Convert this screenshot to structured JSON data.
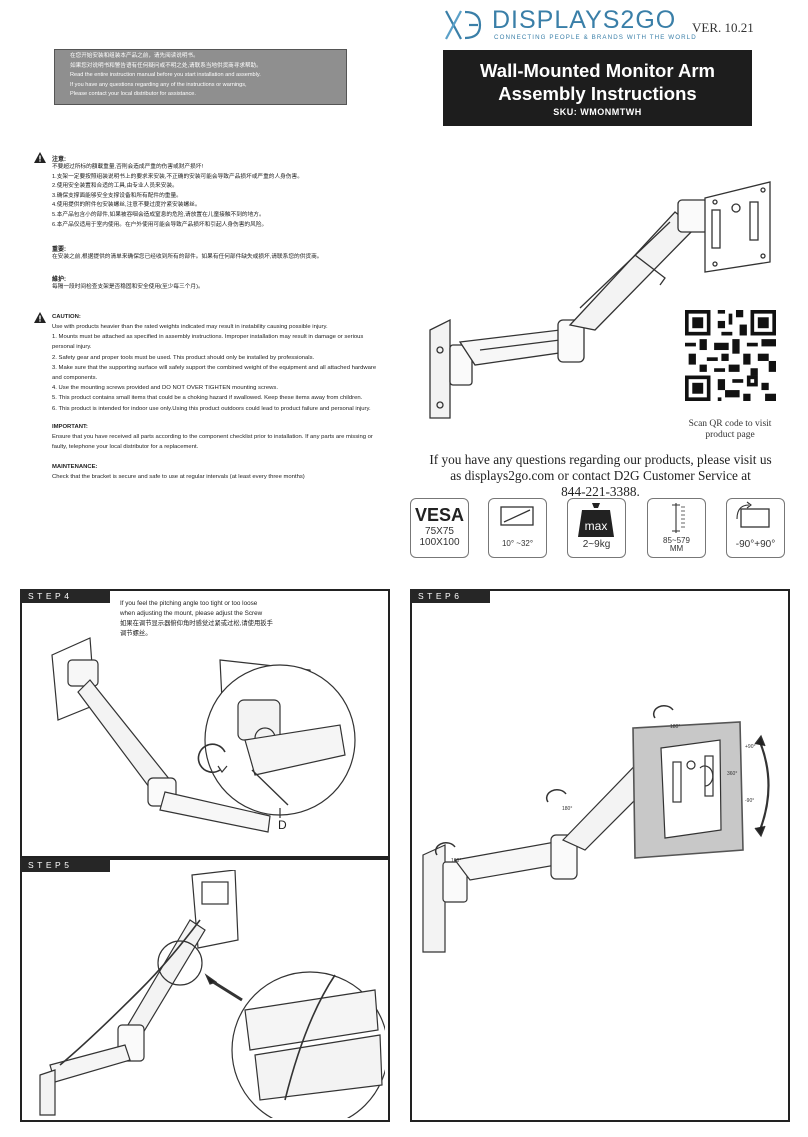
{
  "header": {
    "brand": "DISPLAYS2GO",
    "tagline": "CONNECTING PEOPLE & BRANDS WITH THE WORLD",
    "version": "VER. 10.21",
    "title_line1": "Wall-Mounted Monitor Arm",
    "title_line2": "Assembly Instructions",
    "sku": "SKU: WMONMTWH"
  },
  "notice": {
    "lines": [
      "在您开始安装和组装本产品之前，请先阅读说明书。",
      "如果您对说明书和警告语有任何疑问或不明之处,请联系当地供货商寻求帮助。",
      "Read the entire instruction manual before you start installation and assembly.",
      "If you have any questions regarding any of the instructions or warnings,",
      "Please contact your local distributor for assistance."
    ]
  },
  "zh": {
    "caution_title": "注意:",
    "caution_lines": [
      "不要超过所标的額載重量,否則会造成严重的伤害或财产损坏!",
      "1.支架一定要按照组装说明书上的要求来安装,不正确的安装可能会导致产品损坏或严重的人身伤害。",
      "2.使用安全装置和合适的工具,由专业人员来安装。",
      "3.确保支撑面能够安全支撑设备和所有配件的重量。",
      "4.使用提供的附件包安装螺丝,注意不要过度拧紧安装螺丝。",
      "5.本产品包含小的部件,如果被吞咽会造成窒息的危险,请放置在儿童接触不到的地方。",
      "6.本产品仅适用于室内使用。在户外使用可能会导致产品损坏和引起人身伤害的风险。"
    ],
    "important_title": "重要:",
    "important_text": "在安装之前,根据提供的清单来确保您已经收到所有的部件。如果有任何部件缺失或损坏,请联系您的供货商。",
    "maintenance_title": "維护:",
    "maintenance_text": "每隔一段时间检查支架是否稳固和安全使用(至少每三个月)。"
  },
  "en": {
    "caution_title": "CAUTION:",
    "caution_lines": [
      "Use with products heavier than the rated weights indicated may result in instability causing possible injury.",
      "1. Mounts must be attached as specified in assembly instructions. Improper installation may result in damage or serious",
      "personal injury.",
      "2. Safety gear and proper tools must be used. This product should only be installed by professionals.",
      "3. Make sure that the supporting surface will safely support the combined weight of the equipment and all attached hardware",
      "and components.",
      "4. Use the mounting screws provided and DO NOT OVER TIGHTEN mounting screws.",
      "5. This product contains small items that could be a choking hazard if swallowed. Keep these items away from children.",
      "6. This product is intended for indoor use only.Using this product outdoors could lead to product failure and personal injury."
    ],
    "important_title": "IMPORTANT:",
    "important_lines": [
      "Ensure that you have received all parts according to the component checklist prior to installation. If any parts are missing or",
      "faulty, telephone your local distributor for a replacement."
    ],
    "maintenance_title": "MAINTENANCE:",
    "maintenance_text": "Check that the bracket is secure and safe to use at regular intervals (at least every three months)"
  },
  "qr": {
    "caption_line1": "Scan QR code to visit",
    "caption_line2": "product page"
  },
  "contact": {
    "line1": "If you have any questions regarding our products, please visit us",
    "line2": "as displays2go.com or contact D2G Customer Service at",
    "line3": "844-221-3388."
  },
  "specs": {
    "vesa_title": "VESA",
    "vesa_line1": "75X75",
    "vesa_line2": "100X100",
    "tilt": "10° ~32°",
    "max_label": "max",
    "weight": "2~9kg",
    "height_range": "85~579",
    "height_unit": "MM",
    "rotation": "-90°+90°"
  },
  "steps": {
    "step4_label": "STEP4",
    "step5_label": "STEP5",
    "step6_label": "STEP6",
    "step4_note_en1": "If you feel the pitching angle too tight or too loose",
    "step4_note_en2": "when adjusting the mount, please adjust the Screw",
    "step4_note_zh1": "如果在调节显示器俯仰角时感觉过紧或过松,请使用扳手",
    "step4_note_zh2": "调节螺丝。",
    "label_d": "D",
    "rot_180_a": "180°",
    "rot_360": "360°",
    "rot_180_b": "180°",
    "rot_180_c": "180°",
    "tilt_plus": "+90°",
    "tilt_minus": "-90°"
  },
  "colors": {
    "brand": "#3a7fa8",
    "title_bg": "#1d1d1d",
    "notice_bg": "#8f8f8f"
  }
}
